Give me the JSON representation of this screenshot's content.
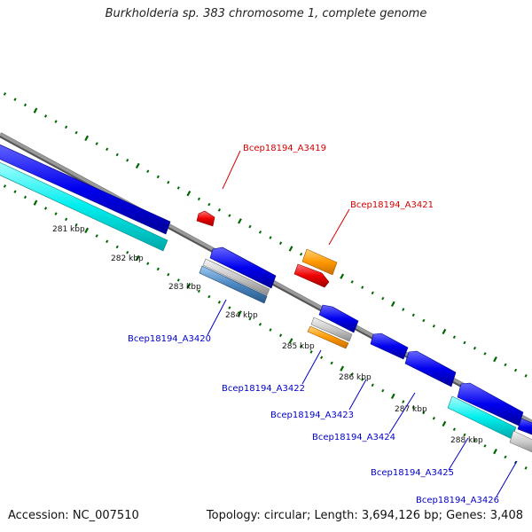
{
  "title": "Burkholderia sp. 383 chromosome 1, complete genome",
  "accession": "Accession: NC_007510",
  "topology": "Topology: circular; Length: 3,694,126 bp; Genes: 3,408",
  "tick_labels": [
    "281 kbp",
    "282 kbp",
    "283 kbp",
    "284 kbp",
    "285 kbp",
    "286 kbp",
    "287 kbp",
    "288 kbp"
  ],
  "gene_labels": {
    "a3419": "Bcep18194_A3419",
    "a3420": "Bcep18194_A3420",
    "a3421": "Bcep18194_A3421",
    "a3422": "Bcep18194_A3422",
    "a3423": "Bcep18194_A3423",
    "a3424": "Bcep18194_A3424",
    "a3425": "Bcep18194_A3425",
    "a3426": "Bcep18194_A3426"
  },
  "colors": {
    "forward_label": "#d40000",
    "reverse_label": "#0000c8",
    "cds_blue": "#0000ee",
    "rna_red": "#ee0000",
    "orange": "#ff9900",
    "cyan": "#00eeee",
    "gray": "#c8c8c8",
    "tick": "#006600",
    "backbone": "#8a8a8a"
  }
}
